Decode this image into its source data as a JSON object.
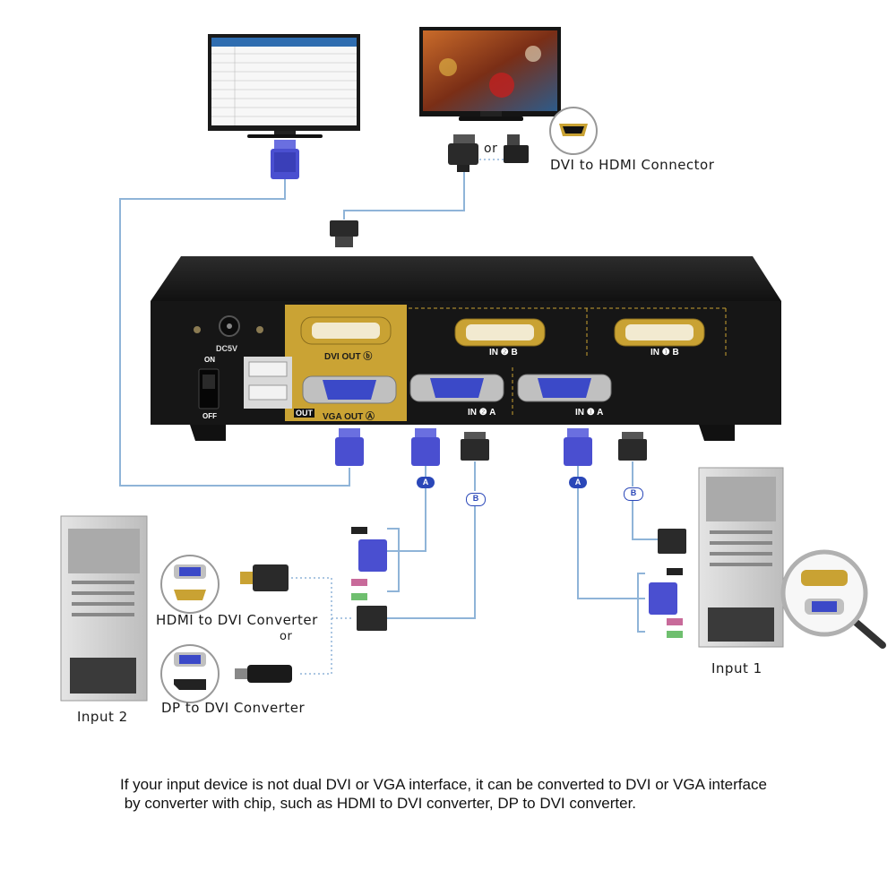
{
  "labels": {
    "or_top": "or",
    "dvi_to_hdmi": "DVI to HDMI Connector",
    "hdmi_to_dvi": "HDMI to DVI Converter",
    "or_left": "or",
    "dp_to_dvi": "DP to DVI Converter",
    "input1": "Input 1",
    "input2": "Input 2"
  },
  "ports": {
    "dc5v": "DC5V",
    "on": "ON",
    "off": "OFF",
    "dvi_out": "DVI OUT ⓑ",
    "vga_out": "VGA  OUT Ⓐ",
    "out_tag": "OUT",
    "in2b": "IN ❷ B",
    "in1b": "IN ❶ B",
    "in2a": "IN ❷ A",
    "in1a": "IN ❶ A"
  },
  "badges": {
    "a": "A",
    "b": "B"
  },
  "note": {
    "line1": "If your input device is not dual DVI or VGA interface, it can be converted to DVI or VGA  interface",
    "line2": " by converter with chip, such as HDMI to DVI converter, DP to DVI converter."
  },
  "colors": {
    "cable": "#8fb4d8",
    "vga": "#4a4fd0",
    "gold": "#c9a233",
    "box": "#1b1b1b"
  }
}
